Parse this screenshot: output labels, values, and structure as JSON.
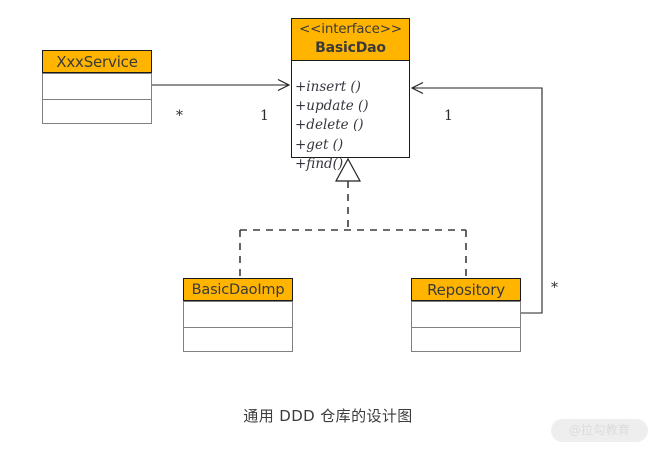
{
  "diagram": {
    "caption": "通用 DDD 仓库的设计图",
    "watermark": "@拉勾教育",
    "colors": {
      "header_fill": "#FFB400",
      "box_border": "#808080",
      "interface_border": "#1a1a1a",
      "line": "#222222",
      "text": "#3a3a3a",
      "background": "#ffffff"
    },
    "interface": {
      "stereotype": "<<interface>>",
      "name": "BasicDao",
      "methods": [
        "+insert ()",
        "+update ()",
        "+delete ()",
        "+get ()",
        "+find()"
      ]
    },
    "classes": [
      {
        "name": "XxxService"
      },
      {
        "name": "BasicDaoImp"
      },
      {
        "name": "Repository"
      }
    ],
    "multiplicities": {
      "service_end": "*",
      "interface_left_end": "1",
      "interface_right_end": "1",
      "repository_end": "*"
    }
  }
}
